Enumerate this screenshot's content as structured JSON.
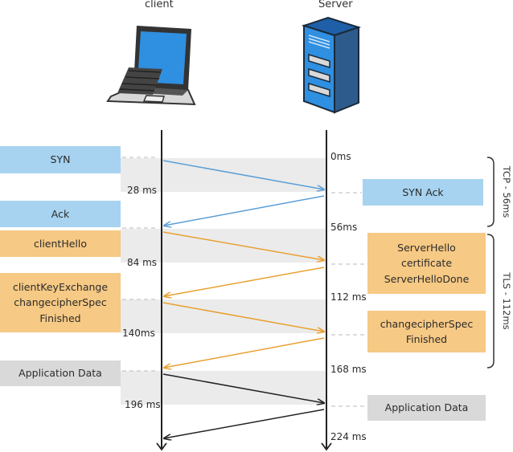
{
  "header": {
    "client_label": "client",
    "server_label": "Server"
  },
  "client_messages": [
    {
      "label": "SYN",
      "color": "#a7d3f0"
    },
    {
      "label": "Ack",
      "color": "#a7d3f0"
    },
    {
      "label": "clientHello",
      "color": "#f6c984"
    },
    {
      "label": "clientKeyExchange\nchangecipherSpec\nFinished",
      "color": "#f6c984"
    },
    {
      "label": "Application Data",
      "color": "#d9d9d9"
    }
  ],
  "server_messages": [
    {
      "label": "SYN Ack",
      "color": "#a7d3f0"
    },
    {
      "label": "ServerHello\ncertificate\nServerHelloDone",
      "color": "#f6c984"
    },
    {
      "label": "changecipherSpec\nFinished",
      "color": "#f6c984"
    },
    {
      "label": "Application Data",
      "color": "#d9d9d9"
    }
  ],
  "client_times": [
    "28 ms",
    "84 ms",
    "140ms",
    "196 ms"
  ],
  "server_times": [
    "0ms",
    "56ms",
    "112 ms",
    "168 ms",
    "224 ms"
  ],
  "brackets": {
    "tcp": "TCP - 56ms",
    "tls": "TLS - 112ms"
  },
  "colors": {
    "tcp_arrow": "#5b9fd6",
    "tls_arrow": "#e8a030",
    "data_arrow": "#222222"
  }
}
